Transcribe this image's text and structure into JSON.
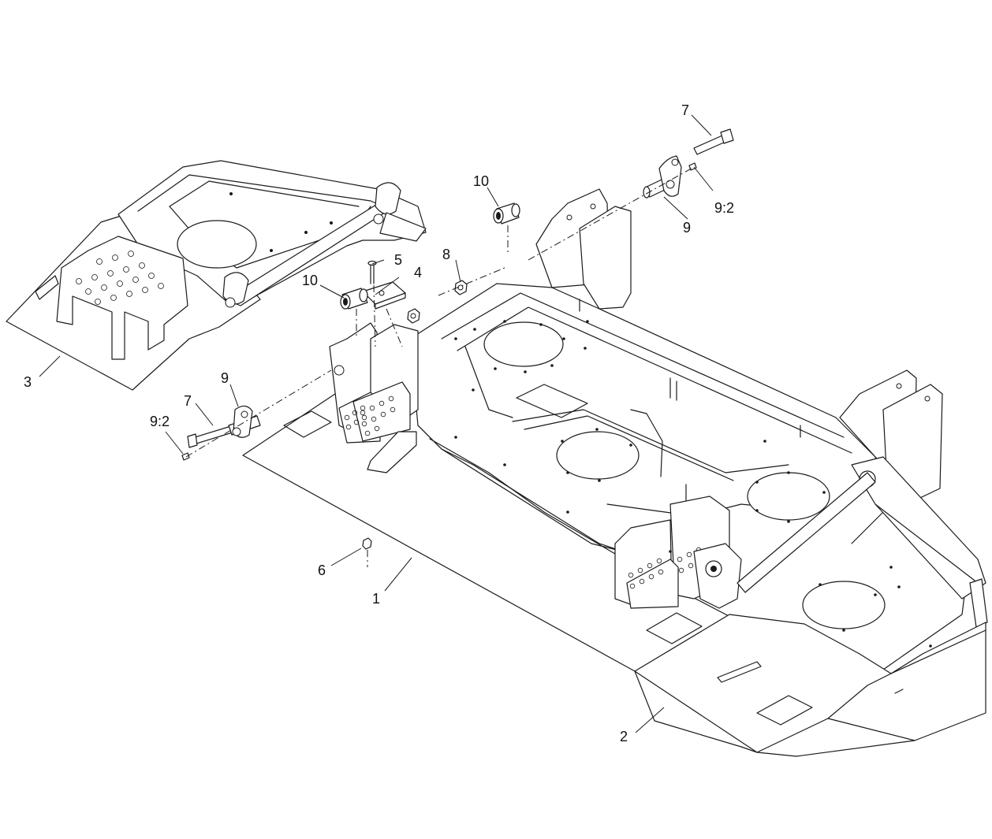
{
  "callouts": {
    "c1": "1",
    "c2": "2",
    "c3": "3",
    "c4": "4",
    "c5": "5",
    "c6": "6",
    "c7_left": "7",
    "c7_right": "7",
    "c8": "8",
    "c9_left": "9",
    "c9_right": "9",
    "c92_left": "9:2",
    "c92_right": "9:2",
    "c10_left": "10",
    "c10_right": "10"
  }
}
